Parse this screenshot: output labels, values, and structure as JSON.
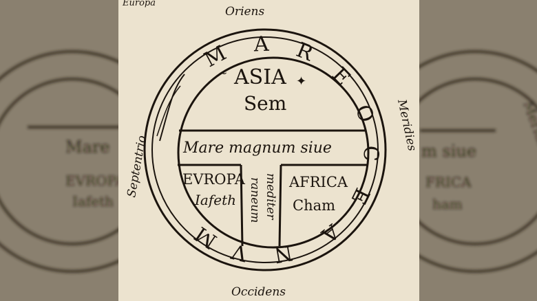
{
  "colors": {
    "paper": "#ece3cf",
    "paper_shadow": "#d9cdb3",
    "ink": "#1b140e",
    "side_panel": "#8a806f",
    "side_panel_dark": "#6f6657"
  },
  "map": {
    "directions": {
      "east": "Oriens",
      "west": "Occidens",
      "north": "Septentrio",
      "south": "Meridies"
    },
    "ocean": {
      "letters": [
        "M",
        "A",
        "R",
        "E",
        "O",
        "C",
        "E",
        "A",
        "N",
        "V",
        "M"
      ]
    },
    "continents": {
      "asia": {
        "name": "ASIA",
        "son": "Sem"
      },
      "europe": {
        "name": "EVROPA",
        "son": "Iafeth"
      },
      "africa": {
        "name": "AFRICA",
        "son": "Cham"
      }
    },
    "sea": {
      "line1": "Mare magnum siue",
      "left_column": "mediter",
      "right_column": "raneum"
    },
    "top_caption": "Europa"
  },
  "background_texts": {
    "left_mare": "Mare",
    "left_europa": "EVROPA",
    "left_iafeth": "Iafeth",
    "right_siue": "m siue",
    "right_africa": "FRICA",
    "right_cham": "ham",
    "right_meridies": "Meridies"
  }
}
